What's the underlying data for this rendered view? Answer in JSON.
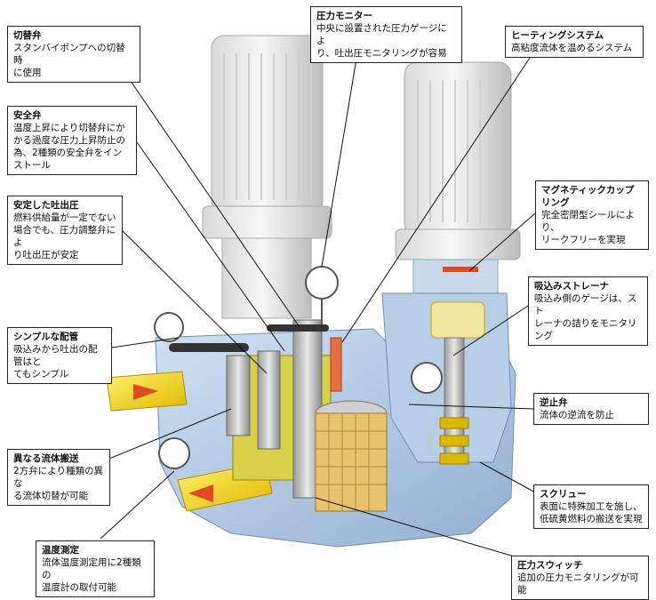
{
  "figure": {
    "callouts": [
      {
        "id": "switch-valve",
        "title": "切替弁",
        "desc": "スタンバイポンプへの切替時\nに使用"
      },
      {
        "id": "pressure-monitor",
        "title": "圧力モニター",
        "desc": "中央に設置された圧力ゲージによ\nり、吐出圧モニタリングが容易"
      },
      {
        "id": "heating-system",
        "title": "ヒーティングシステム",
        "desc": "高粘度流体を温めるシステム"
      },
      {
        "id": "safety-valve",
        "title": "安全弁",
        "desc": "温度上昇により切替弁にかかる過度な圧力上昇防止の為、2種類の安全弁をインストール"
      },
      {
        "id": "magnetic-coupling",
        "title": "マグネティックカップリング",
        "desc": "完全密閉型シールにより、\nリークフリーを実現"
      },
      {
        "id": "stable-discharge",
        "title": "安定した吐出圧",
        "desc": "燃料供給量が一定でない\n場合でも、圧力調整弁によ\nり吐出圧が安定"
      },
      {
        "id": "suction-strainer",
        "title": "吸込みストレーナ",
        "desc": "吸込み側のゲージは、スト\nレーナの詰りをモニタリング"
      },
      {
        "id": "simple-piping",
        "title": "シンプルな配管",
        "desc": "吸込みから吐出の配管はと\nてもシンプル"
      },
      {
        "id": "check-valve",
        "title": "逆止弁",
        "desc": "流体の逆流を防止"
      },
      {
        "id": "different-fluids",
        "title": "異なる流体搬送",
        "desc": "2方弁により種類の異な\nる流体切替が可能"
      },
      {
        "id": "screw",
        "title": "スクリュー",
        "desc": "表面に特殊加工を施し、\n低硫黄燃料の搬送を実現"
      },
      {
        "id": "temperature",
        "title": "温度測定",
        "desc": "流体温度測定用に2種類の\n温度計の取付可能"
      },
      {
        "id": "pressure-switch",
        "title": "圧力スウィッチ",
        "desc": "追加の圧力モニタリングが可能"
      }
    ]
  }
}
